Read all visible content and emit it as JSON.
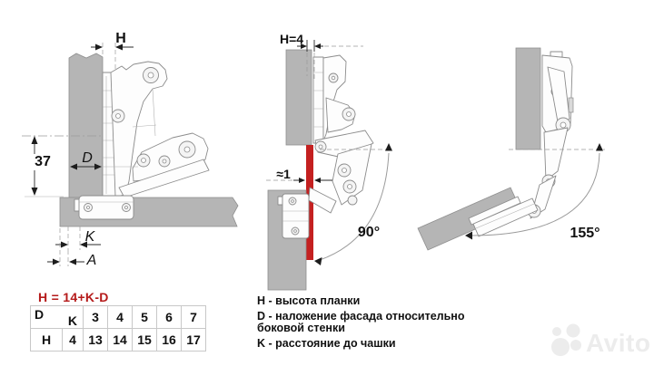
{
  "colors": {
    "accent_red": "#c42020",
    "formula_red": "#b51a1a",
    "panel_gray": "#b5b5b5",
    "panel_edge": "#8f8f8f",
    "line_gray": "#8c8c8c",
    "table_border": "#c8c8c8",
    "watermark_gray": "#ececec"
  },
  "diagrams": {
    "closed": {
      "h": "H",
      "depth": "37",
      "d": "D",
      "k": "K",
      "a": "A"
    },
    "open90": {
      "h": "H=4",
      "gap": "≈1",
      "angle": "90°"
    },
    "open155": {
      "angle": "155°"
    }
  },
  "formula": "H = 14+K-D",
  "table": {
    "corner_top_label": "D",
    "corner_bottom_label": "K",
    "header_values": [
      "3",
      "4",
      "5",
      "6",
      "7"
    ],
    "row_label": "H",
    "row_first_value": "4",
    "row_values": [
      "13",
      "14",
      "15",
      "16",
      "17"
    ]
  },
  "legend": {
    "items": [
      "H - высота планки",
      "D - наложение фасада относительно боковой стенки",
      "K - расстояние до чашки"
    ]
  },
  "watermark": "Avito"
}
